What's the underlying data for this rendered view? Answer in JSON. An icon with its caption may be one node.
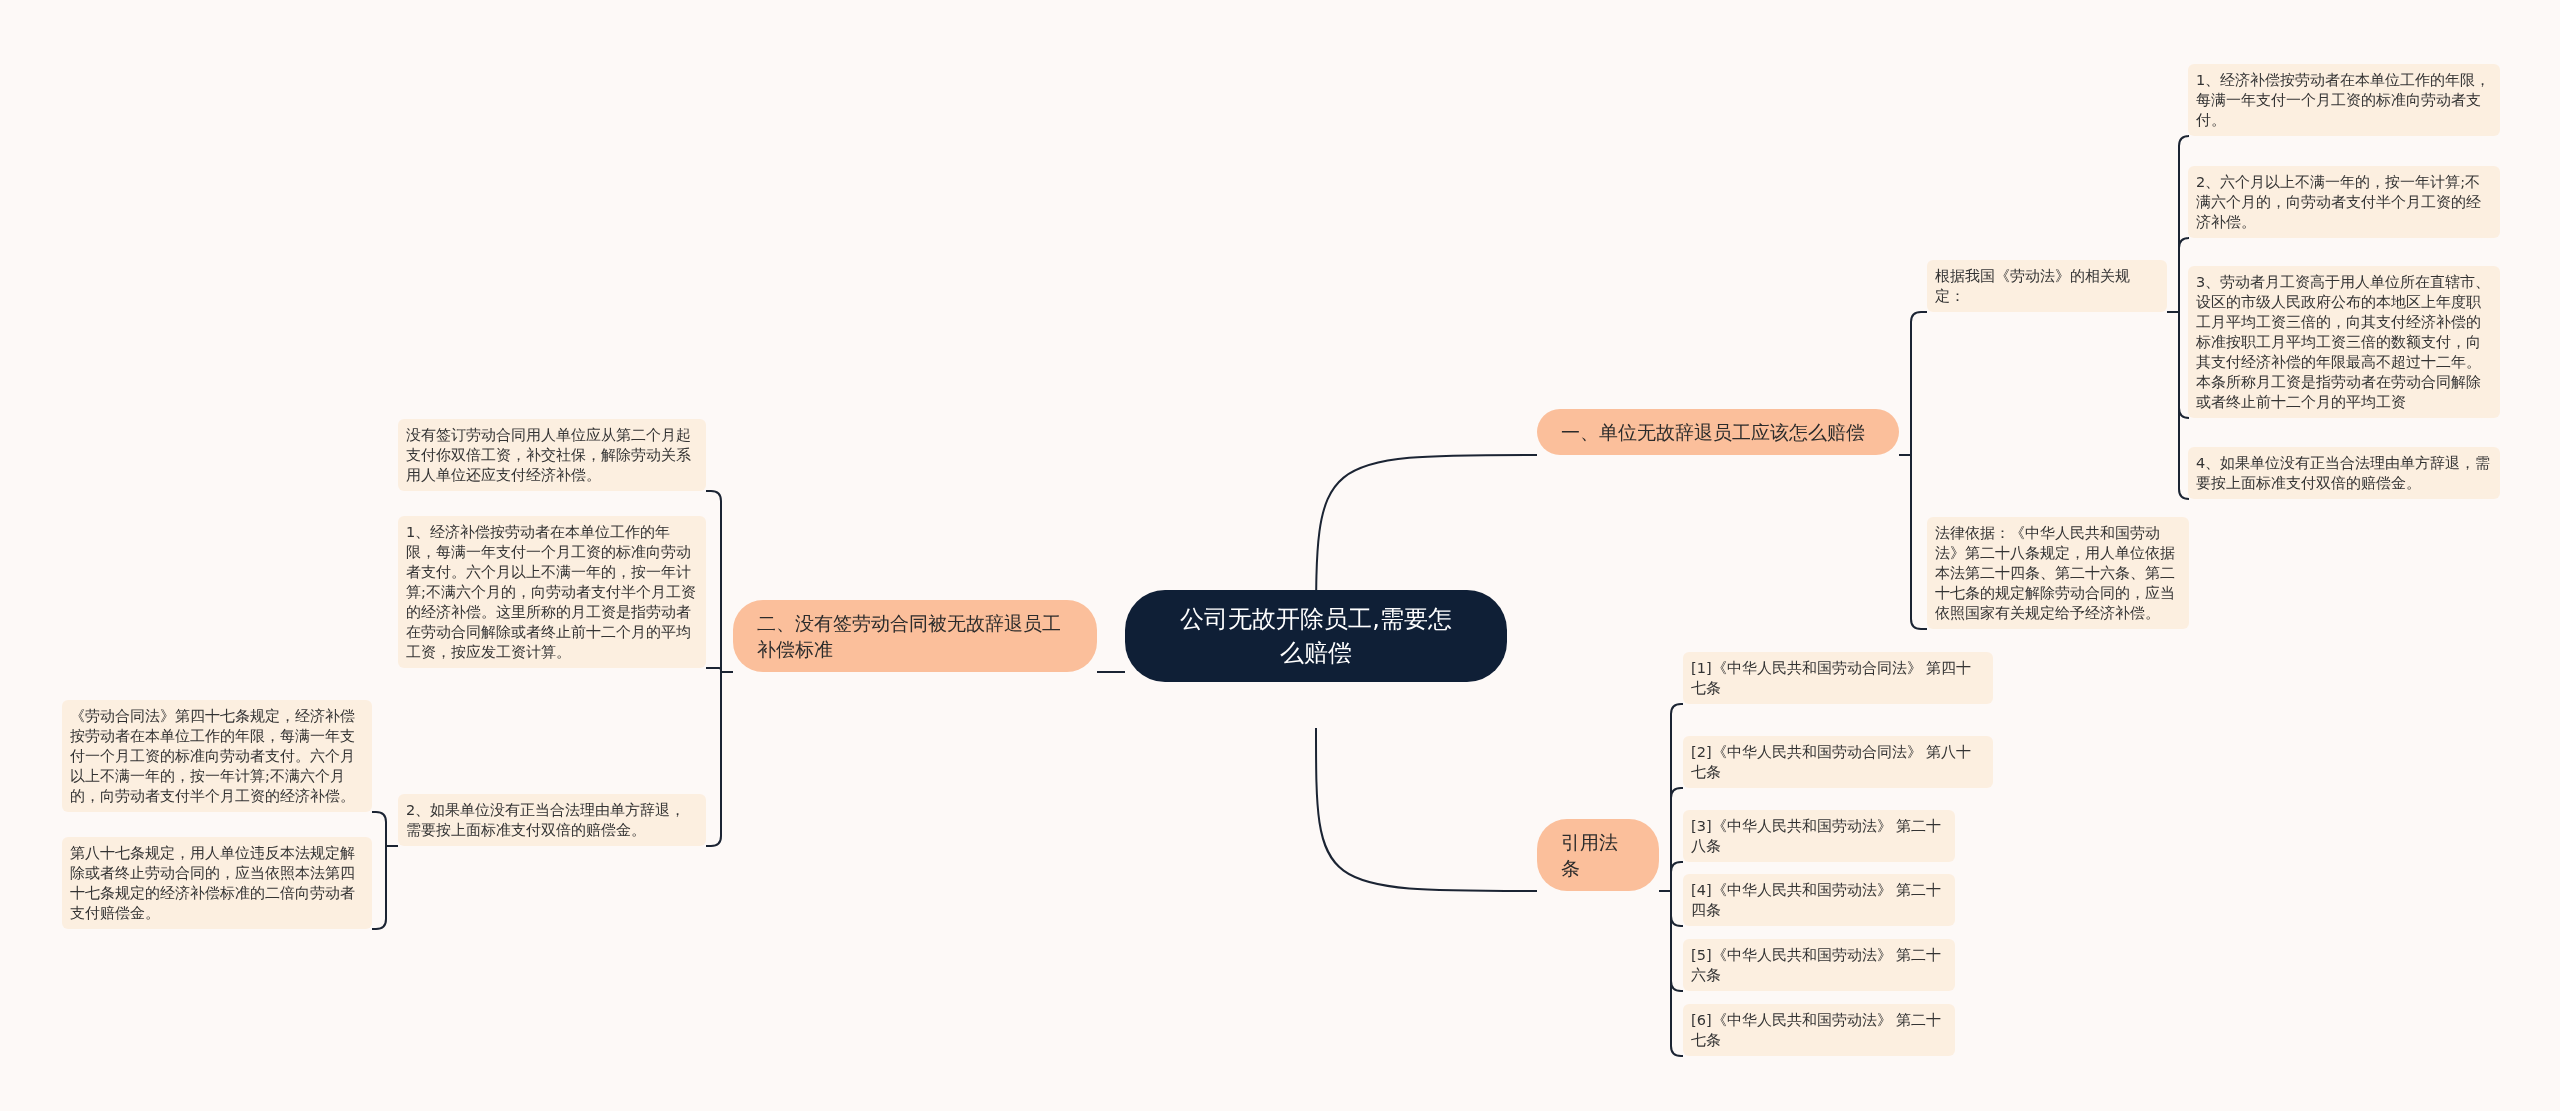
{
  "diagram": {
    "nodes": [
      {
        "text": [
          "公司无故开除员工,需要怎么赔偿"
        ]
      },
      {
        "text": [
          "一、单位无故辞退员工应该怎么赔偿"
        ]
      },
      {
        "text": [
          "根据我国《劳动法》的相关规定："
        ]
      },
      {
        "text": [
          "1、经济补偿按劳动者在本单位工作的年限，每满一年支付一个月工资的标准向劳动者支付。"
        ]
      },
      {
        "text": [
          "2、六个月以上不满一年的，按一年计算;不满六个月的，向劳动者支付半个月工资的经济补偿。"
        ]
      },
      {
        "text": [
          "3、劳动者月工资高于用人单位所在直辖市、设区的市级人民政府公布的本地区上年度职工月平均工资三倍的，向其支付经济补偿的标准按职工月平均工资三倍的数额支付，向其支付经济补偿的年限最高不超过十二年。本条所称月工资是指劳动者在劳动合同解除或者终止前十二个月的平均工资"
        ]
      },
      {
        "text": [
          "4、如果单位没有正当合法理由单方辞退，需要按上面标准支付双倍的赔偿金。"
        ]
      },
      {
        "text": [
          "法律依据：《中华人民共和国劳动法》第二十八条规定，用人单位依据本法第二十四条、第二十六条、第二十七条的规定解除劳动合同的，应当依照国家有关规定给予经济补偿。"
        ]
      },
      {
        "text": [
          "二、没有签劳动合同被无故辞退员工补偿标准"
        ]
      },
      {
        "text": [
          "没有签订劳动合同用人单位应从第二个月起支付你双倍工资，补交社保，解除劳动关系用人单位还应支付经济补偿。"
        ]
      },
      {
        "text": [
          "1、经济补偿按劳动者在本单位工作的年限，每满一年支付一个月工资的标准向劳动者支付。六个月以上不满一年的，按一年计算;不满六个月的，向劳动者支付半个月工资的经济补偿。这里所称的月工资是指劳动者在劳动合同解除或者终止前十二个月的平均工资，按应发工资计算。"
        ]
      },
      {
        "text": [
          "2、如果单位没有正当合法理由单方辞退，需要按上面标准支付双倍的赔偿金。"
        ]
      },
      {
        "text": [
          "《劳动合同法》第四十七条规定，经济补偿按劳动者在本单位工作的年限，每满一年支付一个月工资的标准向劳动者支付。六个月以上不满一年的，按一年计算;不满六个月的，向劳动者支付半个月工资的经济补偿。"
        ]
      },
      {
        "text": [
          "第八十七条规定，用人单位违反本法规定解除或者终止劳动合同的，应当依照本法第四十七条规定的经济补偿标准的二倍向劳动者支付赔偿金。"
        ]
      },
      {
        "text": [
          "引用法条"
        ]
      },
      {
        "text": [
          "[1]《中华人民共和国劳动合同法》 第四十七条"
        ]
      },
      {
        "text": [
          "[2]《中华人民共和国劳动合同法》 第八十七条"
        ]
      },
      {
        "text": [
          "[3]《中华人民共和国劳动法》 第二十八条"
        ]
      },
      {
        "text": [
          "[4]《中华人民共和国劳动法》 第二十四条"
        ]
      },
      {
        "text": [
          "[5]《中华人民共和国劳动法》 第二十六条"
        ]
      },
      {
        "text": [
          "[6]《中华人民共和国劳动法》 第二十七条"
        ]
      }
    ],
    "edges": [
      {
        "from": 0,
        "to": 1,
        "arrow": "none"
      },
      {
        "from": 1,
        "to": 2,
        "arrow": "none"
      },
      {
        "from": 2,
        "to": 3,
        "arrow": "none"
      },
      {
        "from": 2,
        "to": 4,
        "arrow": "none"
      },
      {
        "from": 2,
        "to": 5,
        "arrow": "none"
      },
      {
        "from": 2,
        "to": 6,
        "arrow": "none"
      },
      {
        "from": 1,
        "to": 7,
        "arrow": "none"
      },
      {
        "from": 0,
        "to": 8,
        "arrow": "none"
      },
      {
        "from": 8,
        "to": 9,
        "arrow": "none"
      },
      {
        "from": 8,
        "to": 10,
        "arrow": "none"
      },
      {
        "from": 8,
        "to": 11,
        "arrow": "none"
      },
      {
        "from": 11,
        "to": 12,
        "arrow": "none"
      },
      {
        "from": 11,
        "to": 13,
        "arrow": "none"
      },
      {
        "from": 0,
        "to": 14,
        "arrow": "none"
      },
      {
        "from": 14,
        "to": 15,
        "arrow": "none"
      },
      {
        "from": 14,
        "to": 16,
        "arrow": "none"
      },
      {
        "from": 14,
        "to": 17,
        "arrow": "none"
      },
      {
        "from": 14,
        "to": 18,
        "arrow": "none"
      },
      {
        "from": 14,
        "to": 19,
        "arrow": "none"
      },
      {
        "from": 14,
        "to": 20,
        "arrow": "none"
      }
    ]
  }
}
